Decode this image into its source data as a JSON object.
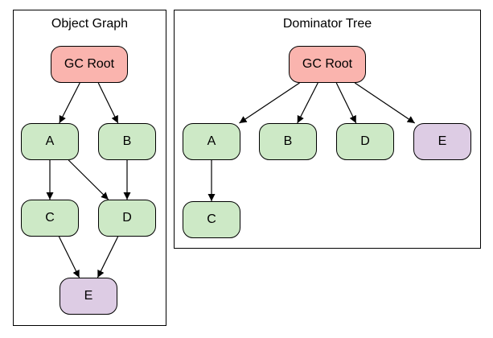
{
  "colors": {
    "root_fill": "#fab4ae",
    "object_fill": "#cde9c6",
    "leaf_fill": "#ddcce4",
    "stroke": "#000000"
  },
  "object_graph": {
    "title": "Object Graph",
    "nodes": {
      "gc_root": "GC Root",
      "a": "A",
      "b": "B",
      "c": "C",
      "d": "D",
      "e": "E"
    },
    "edges": [
      [
        "gc_root",
        "a"
      ],
      [
        "gc_root",
        "b"
      ],
      [
        "a",
        "c"
      ],
      [
        "a",
        "d"
      ],
      [
        "b",
        "d"
      ],
      [
        "c",
        "e"
      ],
      [
        "d",
        "e"
      ]
    ]
  },
  "dominator_tree": {
    "title": "Dominator Tree",
    "nodes": {
      "gc_root": "GC Root",
      "a": "A",
      "b": "B",
      "d": "D",
      "e": "E",
      "c": "C"
    },
    "edges": [
      [
        "gc_root",
        "a"
      ],
      [
        "gc_root",
        "b"
      ],
      [
        "gc_root",
        "d"
      ],
      [
        "gc_root",
        "e"
      ],
      [
        "a",
        "c"
      ]
    ]
  }
}
